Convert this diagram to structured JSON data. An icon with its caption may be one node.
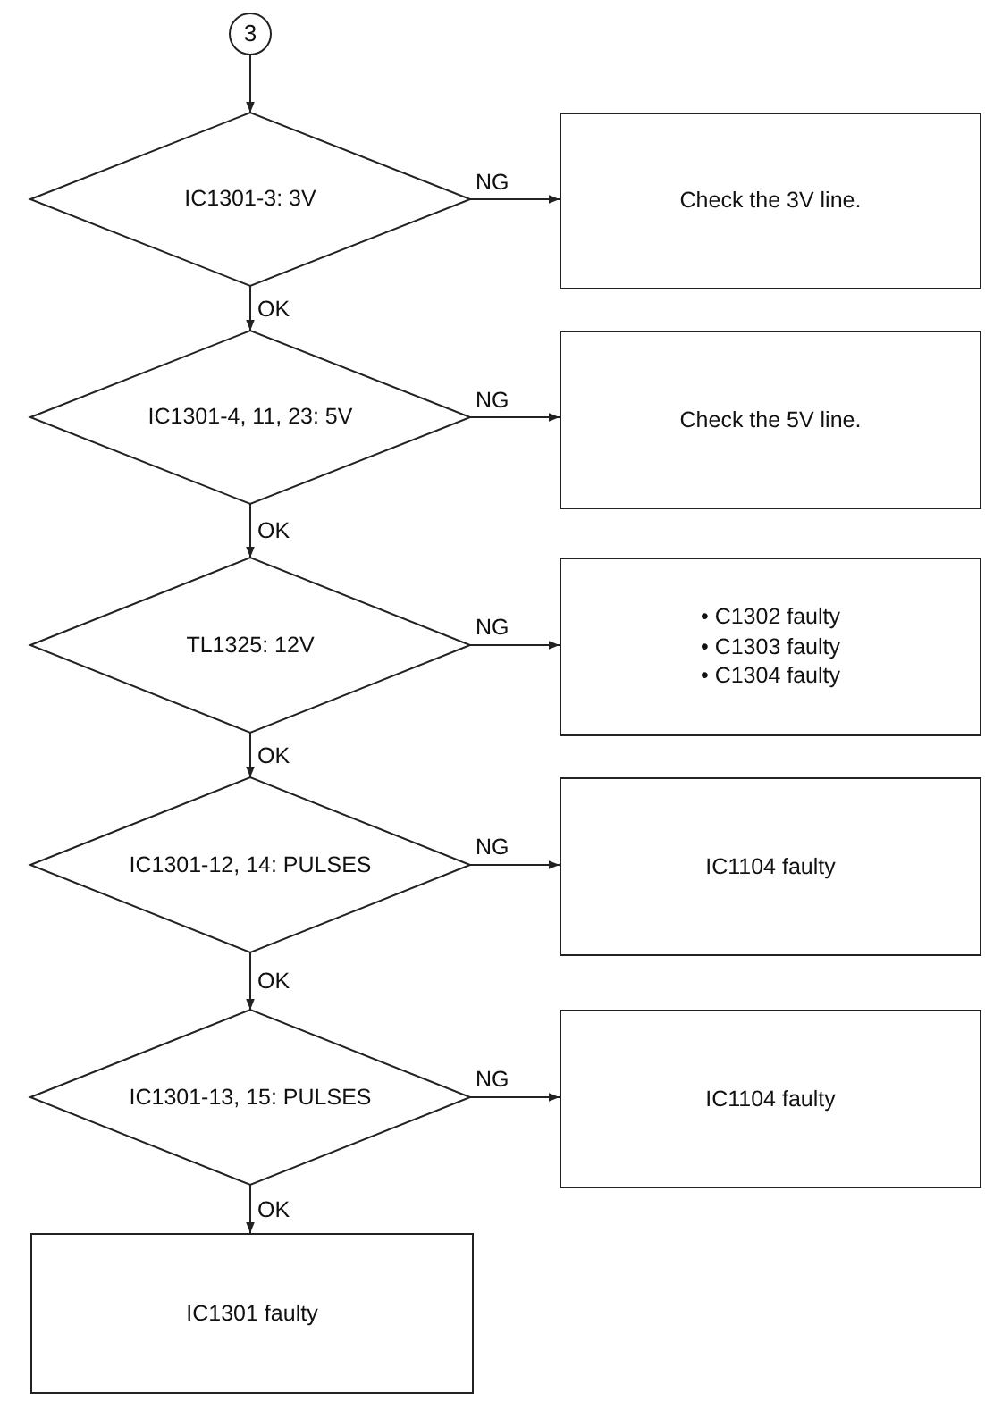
{
  "diagram": {
    "nodes": [
      {
        "text": [
          "3"
        ]
      },
      {
        "text": [
          "IC1301-3: 3V"
        ]
      },
      {
        "text": [
          "Check the 3V line."
        ]
      },
      {
        "text": [
          "IC1301-4, 11, 23: 5V"
        ]
      },
      {
        "text": [
          "Check the 5V line."
        ]
      },
      {
        "text": [
          "TL1325: 12V"
        ]
      },
      {
        "text": [
          "• C1302 faulty",
          "• C1303 faulty",
          "• C1304 faulty"
        ]
      },
      {
        "text": [
          "IC1301-12, 14: PULSES"
        ]
      },
      {
        "text": [
          "IC1104 faulty"
        ]
      },
      {
        "text": [
          "IC1301-13, 15: PULSES"
        ]
      },
      {
        "text": [
          "IC1104 faulty"
        ]
      },
      {
        "text": [
          "IC1301 faulty"
        ]
      }
    ],
    "edges": [
      {
        "from": 0,
        "to": 1,
        "arrow": "to"
      },
      {
        "from": 1,
        "to": 2,
        "label": "NG",
        "arrow": "to"
      },
      {
        "from": 1,
        "to": 3,
        "label": "OK",
        "arrow": "to"
      },
      {
        "from": 3,
        "to": 4,
        "label": "NG",
        "arrow": "to"
      },
      {
        "from": 3,
        "to": 5,
        "label": "OK",
        "arrow": "to"
      },
      {
        "from": 5,
        "to": 6,
        "label": "NG",
        "arrow": "to"
      },
      {
        "from": 5,
        "to": 7,
        "label": "OK",
        "arrow": "to"
      },
      {
        "from": 7,
        "to": 8,
        "label": "NG",
        "arrow": "to"
      },
      {
        "from": 7,
        "to": 9,
        "label": "OK",
        "arrow": "to"
      },
      {
        "from": 9,
        "to": 10,
        "label": "NG",
        "arrow": "to"
      },
      {
        "from": 9,
        "to": 11,
        "label": "OK",
        "arrow": "to"
      }
    ]
  }
}
